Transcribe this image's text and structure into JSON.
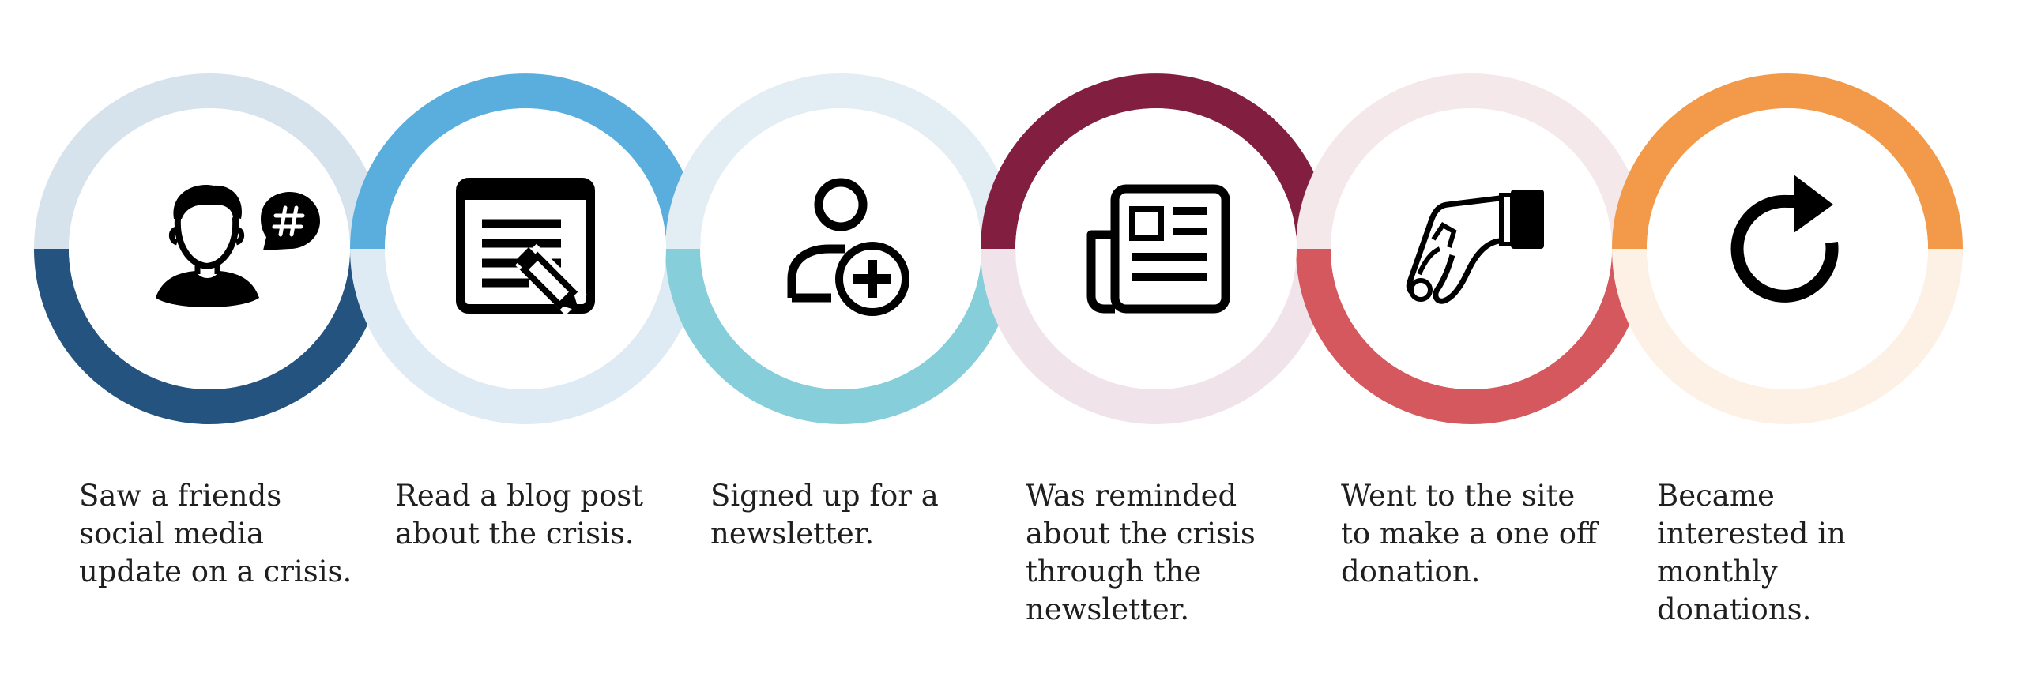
{
  "steps": [
    {
      "id": "social",
      "icon": "social-media-user-icon",
      "color_strong": "#23537E",
      "color_light": "#D6E2EC",
      "emphasis": "bottom",
      "text": "Saw a friends\nsocial media\nupdate on a crisis."
    },
    {
      "id": "blog",
      "icon": "blog-post-edit-icon",
      "color_strong": "#5AAEDE",
      "color_light": "#DEEBF4",
      "emphasis": "top",
      "text": "Read a blog post\nabout the crisis."
    },
    {
      "id": "newsletter-signup",
      "icon": "add-user-icon",
      "color_strong": "#86CEDA",
      "color_light": "#E2EDF4",
      "emphasis": "bottom",
      "text": "Signed up for a\nnewsletter."
    },
    {
      "id": "reminder",
      "icon": "newspaper-icon",
      "color_strong": "#821F40",
      "color_light": "#F0E3EA",
      "emphasis": "top",
      "text": "Was reminded\nabout the crisis\nthrough the\nnewsletter."
    },
    {
      "id": "donation",
      "icon": "hand-giving-card-icon",
      "color_strong": "#D5585E",
      "color_light": "#F5E8EA",
      "emphasis": "bottom",
      "text": "Went to the site\nto make a one off\ndonation."
    },
    {
      "id": "monthly",
      "icon": "repeat-arrow-icon",
      "color_strong": "#F29A4A",
      "color_light": "#FDF0E4",
      "emphasis": "top",
      "text": "Became\ninterested in\nmonthly\ndonations."
    }
  ]
}
